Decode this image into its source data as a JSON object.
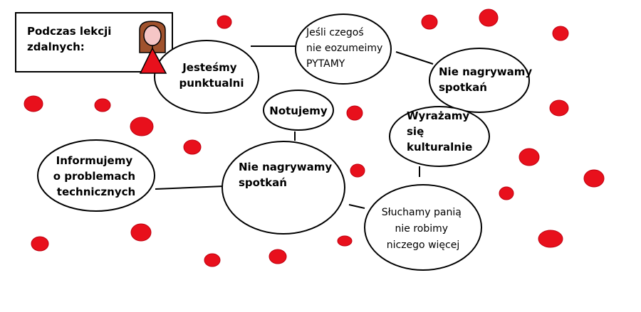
{
  "title": "Podczas lekcji zdalnych:",
  "nodes": {
    "punktualni": "Jesteśmy punktualni",
    "pytamy": [
      "Jeśli czegoś",
      "nie eozumeimy",
      "PYTAMY"
    ],
    "nie_nagrywamy_top": [
      "Nie nagrywamy",
      "spotkań"
    ],
    "notujemy": "Notujemy",
    "kulturalnie": [
      "Wyrażamy",
      "się",
      "kulturalnie"
    ],
    "informujemy": [
      "Informujemy",
      "o problemach",
      "technicznych"
    ],
    "nie_nagrywamy_center": [
      "Nie nagrywamy",
      "spotkań"
    ],
    "sluchamy": [
      "Słuchamy panią",
      "nie robimy",
      "niczego więcej"
    ]
  },
  "colors": {
    "dot": "#e8101c",
    "dress": "#e8101c",
    "hair": "#a0522d",
    "face": "#f5c6c6"
  },
  "icons": {
    "avatar": "girl-avatar-icon"
  }
}
